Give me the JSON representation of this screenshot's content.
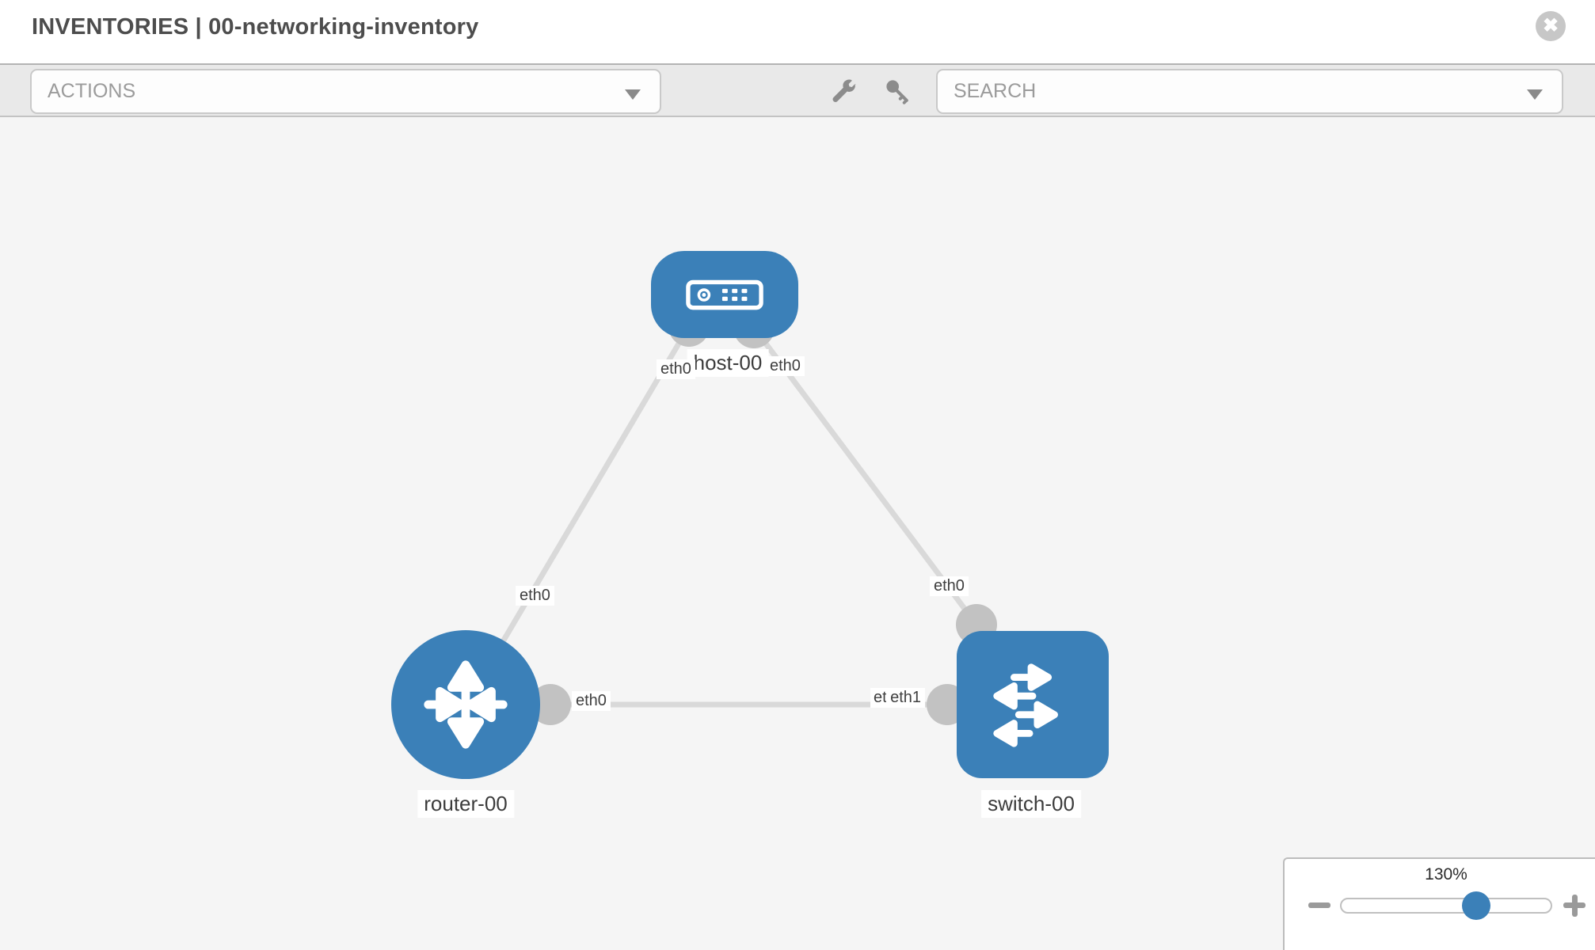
{
  "header": {
    "title": "INVENTORIES | 00-networking-inventory",
    "close_icon": "x-circle-icon"
  },
  "toolbar": {
    "actions_dropdown": {
      "label": "ACTIONS",
      "caret_icon": "chevron-down-icon"
    },
    "tools": [
      {
        "icon": "wrench-icon"
      },
      {
        "icon": "key-icon"
      }
    ],
    "search_dropdown": {
      "label": "SEARCH",
      "caret_icon": "chevron-down-icon"
    }
  },
  "topology": {
    "nodes": [
      {
        "id": "host-00",
        "label": "host-00",
        "type": "host",
        "icon": "server-icon"
      },
      {
        "id": "router-00",
        "label": "router-00",
        "type": "router",
        "icon": "router-arrows-icon"
      },
      {
        "id": "switch-00",
        "label": "switch-00",
        "type": "switch",
        "icon": "switch-arrows-icon"
      }
    ],
    "links": [
      {
        "from": "host-00",
        "to": "router-00",
        "from_label": "eth0",
        "to_label": "eth0"
      },
      {
        "from": "host-00",
        "to": "switch-00",
        "from_label": "eth0",
        "to_label": "eth0"
      },
      {
        "from": "router-00",
        "to": "switch-00",
        "from_label": "eth0",
        "to_label": "eth1",
        "to_label_overlap_remnant": "etl"
      }
    ]
  },
  "zoom_control": {
    "level_label": "130%",
    "value": 130,
    "minus_icon": "minus-icon",
    "plus_icon": "plus-icon"
  },
  "colors": {
    "node_blue": "#3b80b8",
    "link_gray": "#d9d9d9",
    "endpoint_gray": "#c2c2c2",
    "toolbar_bg": "#e9e9e9",
    "canvas_bg": "#f5f5f5"
  }
}
